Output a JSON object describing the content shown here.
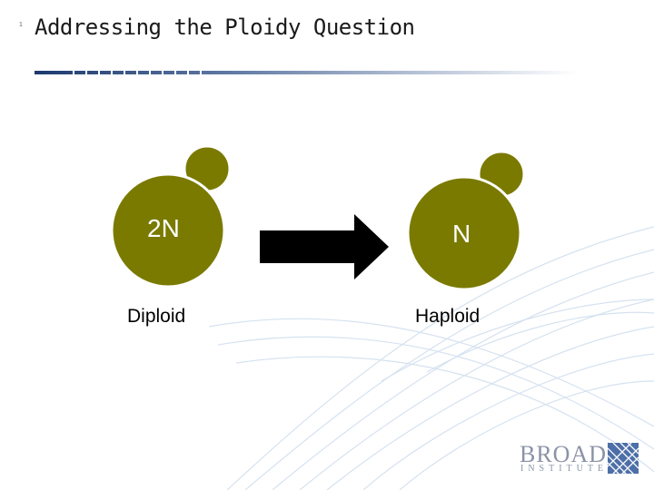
{
  "slide": {
    "marker": "1",
    "title": "Addressing the Ploidy Question"
  },
  "diagram": {
    "left_cell": {
      "label": "2N",
      "caption": "Diploid"
    },
    "right_cell": {
      "label": "N",
      "caption": "Haploid"
    },
    "cell_color": "#7a7a00",
    "arrow_color": "#000000"
  },
  "logo": {
    "name": "BROAD",
    "subtitle": "INSTITUTE",
    "color": "#8a93a6"
  }
}
